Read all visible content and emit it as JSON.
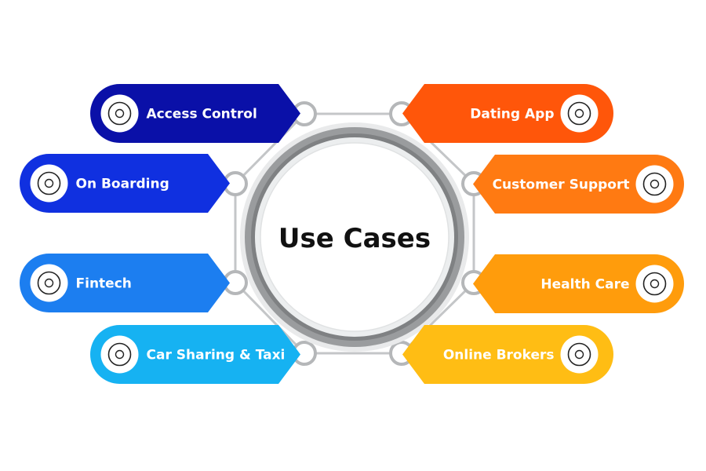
{
  "title": "Use Cases",
  "items": [
    {
      "label": "Access Control",
      "icon": "stop-hand-icon",
      "color": "#0a10a8",
      "side": "left"
    },
    {
      "label": "On Boarding",
      "icon": "24-7-icon",
      "color": "#1030e0",
      "side": "left"
    },
    {
      "label": "Fintech",
      "icon": "mobile-payment-icon",
      "color": "#1c7ef0",
      "side": "left"
    },
    {
      "label": "Car Sharing & Taxi",
      "icon": "taxi-icon",
      "color": "#16b2f2",
      "side": "left"
    },
    {
      "label": "Dating App",
      "icon": "dating-phones-icon",
      "color": "#ff560a",
      "side": "right"
    },
    {
      "label": "Customer Support",
      "icon": "support-agent-icon",
      "color": "#ff7a12",
      "side": "right"
    },
    {
      "label": "Health Care",
      "icon": "health-shield-icon",
      "color": "#ff9c0c",
      "side": "right"
    },
    {
      "label": "Online Brokers",
      "icon": "mobile-broker-icon",
      "color": "#ffbd14",
      "side": "right"
    }
  ]
}
